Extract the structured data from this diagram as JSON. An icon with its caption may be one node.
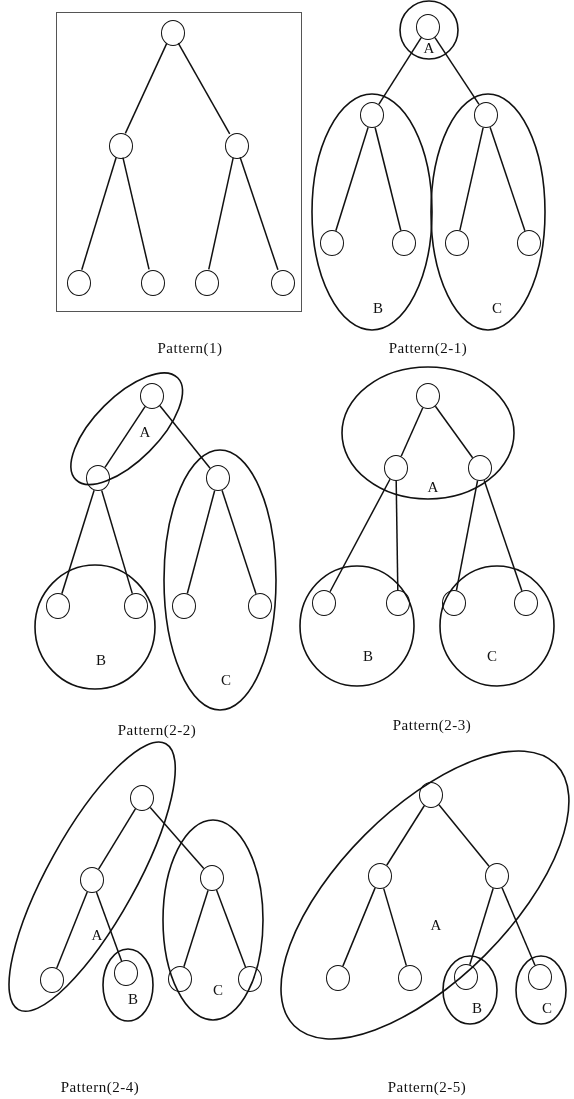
{
  "diagram": {
    "nodes": [
      {
        "text": [],
        "shape": "box"
      },
      {
        "text": [],
        "shape": "circle",
        "in": 0
      },
      {
        "text": [],
        "shape": "circle",
        "in": 0
      },
      {
        "text": [],
        "shape": "circle",
        "in": 0
      },
      {
        "text": [],
        "shape": "circle",
        "in": 0
      },
      {
        "text": [],
        "shape": "circle",
        "in": 0
      },
      {
        "text": [],
        "shape": "circle",
        "in": 0
      },
      {
        "text": [],
        "shape": "circle",
        "in": 0
      },
      {
        "text": [
          "A"
        ]
      },
      {
        "text": [],
        "shape": "circle",
        "in": 8
      },
      {
        "text": [
          "B"
        ]
      },
      {
        "text": [],
        "shape": "circle",
        "in": 10
      },
      {
        "text": [],
        "shape": "circle",
        "in": 10
      },
      {
        "text": [],
        "shape": "circle",
        "in": 10
      },
      {
        "text": [
          "C"
        ]
      },
      {
        "text": [],
        "shape": "circle",
        "in": 14
      },
      {
        "text": [],
        "shape": "circle",
        "in": 14
      },
      {
        "text": [],
        "shape": "circle",
        "in": 14
      },
      {
        "text": [
          "A"
        ]
      },
      {
        "text": [],
        "shape": "circle",
        "in": 18
      },
      {
        "text": [],
        "shape": "circle",
        "in": 18
      },
      {
        "text": [
          "B"
        ]
      },
      {
        "text": [],
        "shape": "circle",
        "in": 21
      },
      {
        "text": [],
        "shape": "circle",
        "in": 21
      },
      {
        "text": [
          "C"
        ]
      },
      {
        "text": [],
        "shape": "circle",
        "in": 24
      },
      {
        "text": [],
        "shape": "circle",
        "in": 24
      },
      {
        "text": [],
        "shape": "circle",
        "in": 24
      },
      {
        "text": [
          "A"
        ]
      },
      {
        "text": [],
        "shape": "circle",
        "in": 28
      },
      {
        "text": [],
        "shape": "circle",
        "in": 28
      },
      {
        "text": [],
        "shape": "circle",
        "in": 28
      },
      {
        "text": [
          "B"
        ]
      },
      {
        "text": [],
        "shape": "circle",
        "in": 32
      },
      {
        "text": [],
        "shape": "circle",
        "in": 32
      },
      {
        "text": [
          "C"
        ]
      },
      {
        "text": [],
        "shape": "circle",
        "in": 35
      },
      {
        "text": [],
        "shape": "circle",
        "in": 35
      },
      {
        "text": [
          "A"
        ]
      },
      {
        "text": [],
        "shape": "circle",
        "in": 38
      },
      {
        "text": [],
        "shape": "circle",
        "in": 38
      },
      {
        "text": [],
        "shape": "circle",
        "in": 38
      },
      {
        "text": [
          "B"
        ]
      },
      {
        "text": [],
        "shape": "circle",
        "in": 42
      },
      {
        "text": [
          "C"
        ]
      },
      {
        "text": [],
        "shape": "circle",
        "in": 44
      },
      {
        "text": [],
        "shape": "circle",
        "in": 44
      },
      {
        "text": [],
        "shape": "circle",
        "in": 44
      },
      {
        "text": [
          "A"
        ]
      },
      {
        "text": [],
        "shape": "circle",
        "in": 48
      },
      {
        "text": [],
        "shape": "circle",
        "in": 48
      },
      {
        "text": [],
        "shape": "circle",
        "in": 48
      },
      {
        "text": [],
        "shape": "circle",
        "in": 48
      },
      {
        "text": [],
        "shape": "circle",
        "in": 48
      },
      {
        "text": [
          "B"
        ]
      },
      {
        "text": [],
        "shape": "circle",
        "in": 54
      },
      {
        "text": [
          "C"
        ]
      },
      {
        "text": [],
        "shape": "circle",
        "in": 56
      }
    ],
    "edges": [
      {
        "from": 1,
        "to": 2,
        "arrow": "none"
      },
      {
        "from": 1,
        "to": 3,
        "arrow": "none"
      },
      {
        "from": 2,
        "to": 4,
        "arrow": "none"
      },
      {
        "from": 2,
        "to": 5,
        "arrow": "none"
      },
      {
        "from": 3,
        "to": 6,
        "arrow": "none"
      },
      {
        "from": 3,
        "to": 7,
        "arrow": "none"
      },
      {
        "from": 9,
        "to": 11,
        "arrow": "none"
      },
      {
        "from": 9,
        "to": 15,
        "arrow": "none"
      },
      {
        "from": 11,
        "to": 12,
        "arrow": "none"
      },
      {
        "from": 11,
        "to": 13,
        "arrow": "none"
      },
      {
        "from": 15,
        "to": 16,
        "arrow": "none"
      },
      {
        "from": 15,
        "to": 17,
        "arrow": "none"
      },
      {
        "from": 19,
        "to": 20,
        "arrow": "none"
      },
      {
        "from": 19,
        "to": 25,
        "arrow": "none"
      },
      {
        "from": 20,
        "to": 22,
        "arrow": "none"
      },
      {
        "from": 20,
        "to": 23,
        "arrow": "none"
      },
      {
        "from": 25,
        "to": 26,
        "arrow": "none"
      },
      {
        "from": 25,
        "to": 27,
        "arrow": "none"
      },
      {
        "from": 29,
        "to": 30,
        "arrow": "none"
      },
      {
        "from": 29,
        "to": 31,
        "arrow": "none"
      },
      {
        "from": 30,
        "to": 33,
        "arrow": "none"
      },
      {
        "from": 30,
        "to": 34,
        "arrow": "none"
      },
      {
        "from": 31,
        "to": 36,
        "arrow": "none"
      },
      {
        "from": 31,
        "to": 37,
        "arrow": "none"
      },
      {
        "from": 39,
        "to": 40,
        "arrow": "none"
      },
      {
        "from": 39,
        "to": 45,
        "arrow": "none"
      },
      {
        "from": 40,
        "to": 41,
        "arrow": "none"
      },
      {
        "from": 40,
        "to": 43,
        "arrow": "none"
      },
      {
        "from": 45,
        "to": 46,
        "arrow": "none"
      },
      {
        "from": 45,
        "to": 47,
        "arrow": "none"
      },
      {
        "from": 49,
        "to": 50,
        "arrow": "none"
      },
      {
        "from": 49,
        "to": 51,
        "arrow": "none"
      },
      {
        "from": 50,
        "to": 52,
        "arrow": "none"
      },
      {
        "from": 50,
        "to": 53,
        "arrow": "none"
      },
      {
        "from": 51,
        "to": 55,
        "arrow": "none"
      },
      {
        "from": 51,
        "to": 57,
        "arrow": "none"
      }
    ],
    "labels": [
      "Pattern(1)",
      "Pattern(2-1)",
      "Pattern(2-2)",
      "Pattern(2-3)",
      "Pattern(2-4)",
      "Pattern(2-5)"
    ]
  }
}
